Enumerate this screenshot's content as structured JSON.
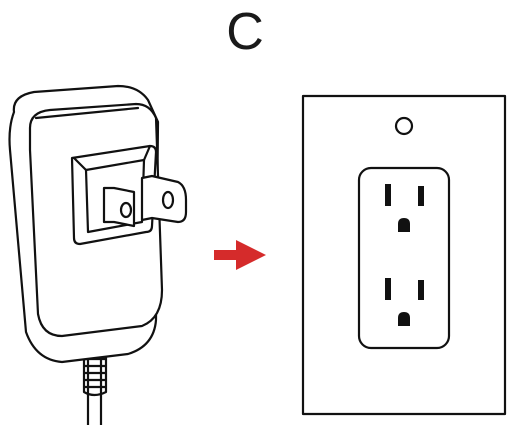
{
  "step": {
    "label": "C"
  },
  "illustration": {
    "left_item": "power-adapter",
    "right_item": "wall-outlet",
    "arrow_direction": "right"
  },
  "colors": {
    "arrow": "#d52b2b",
    "outline": "#111111",
    "background": "#ffffff"
  }
}
